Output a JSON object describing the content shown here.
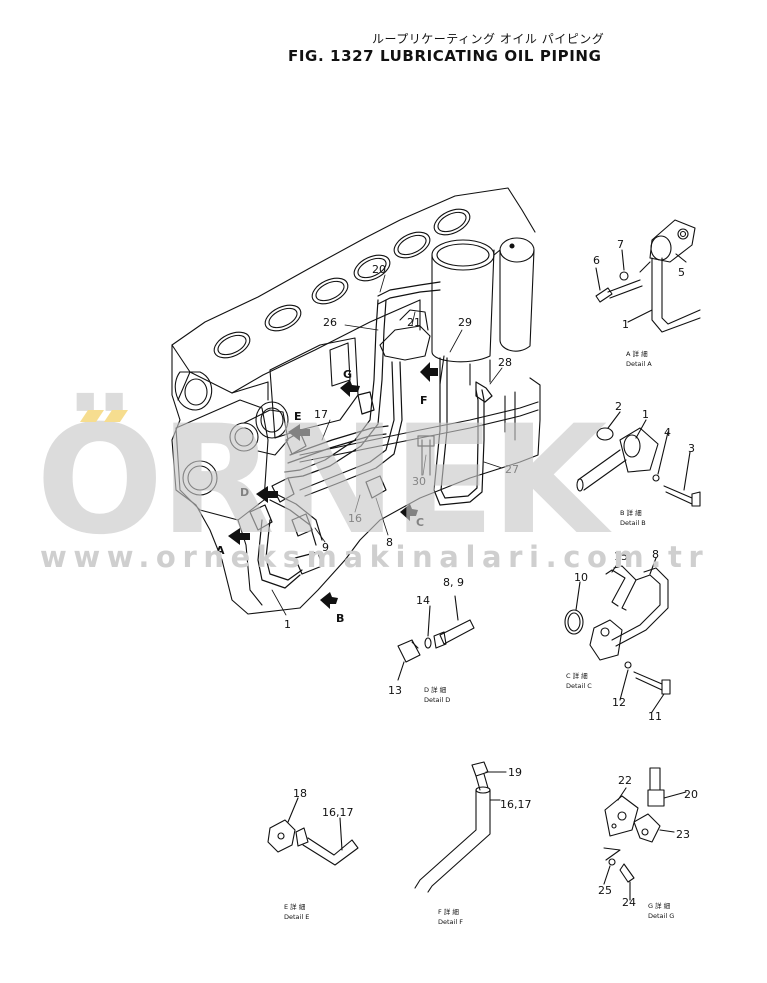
{
  "header": {
    "japanese_title": "ループリケーティング オイル パイピング",
    "figure_title": "FIG. 1327  LUBRICATING OIL PIPING"
  },
  "watermark": {
    "brand": "ÖRNEK",
    "url": "www.orneksmakinalari.com.tr",
    "color": "#cfcfcf",
    "accent": "#f2c94c"
  },
  "callouts": {
    "main": [
      "20",
      "21",
      "26",
      "29",
      "28",
      "17",
      "27",
      "30",
      "16",
      "9",
      "8",
      "1"
    ],
    "view_arrows": [
      "E",
      "G",
      "F",
      "D",
      "A",
      "C",
      "B"
    ],
    "detail_a": [
      "6",
      "7",
      "5",
      "1"
    ],
    "detail_b": [
      "2",
      "1",
      "4",
      "3"
    ],
    "detail_c": [
      "15",
      "8",
      "10",
      "12",
      "11"
    ],
    "detail_d": [
      "14",
      "8, 9",
      "13"
    ],
    "detail_e": [
      "18",
      "16,17"
    ],
    "detail_f": [
      "19",
      "16,17"
    ],
    "detail_g": [
      "22",
      "20",
      "23",
      "25",
      "24"
    ]
  },
  "details": {
    "a": {
      "jp": "A  詳  細",
      "en": "Detail  A"
    },
    "b": {
      "jp": "B  詳  細",
      "en": "Detail  B"
    },
    "c": {
      "jp": "C  詳  細",
      "en": "Detail  C"
    },
    "d": {
      "jp": "D  詳  細",
      "en": "Detail  D"
    },
    "e": {
      "jp": "E  詳  細",
      "en": "Detail  E"
    },
    "f": {
      "jp": "F  詳  細",
      "en": "Detail  F"
    },
    "g": {
      "jp": "G  詳  細",
      "en": "Detail  G"
    }
  }
}
